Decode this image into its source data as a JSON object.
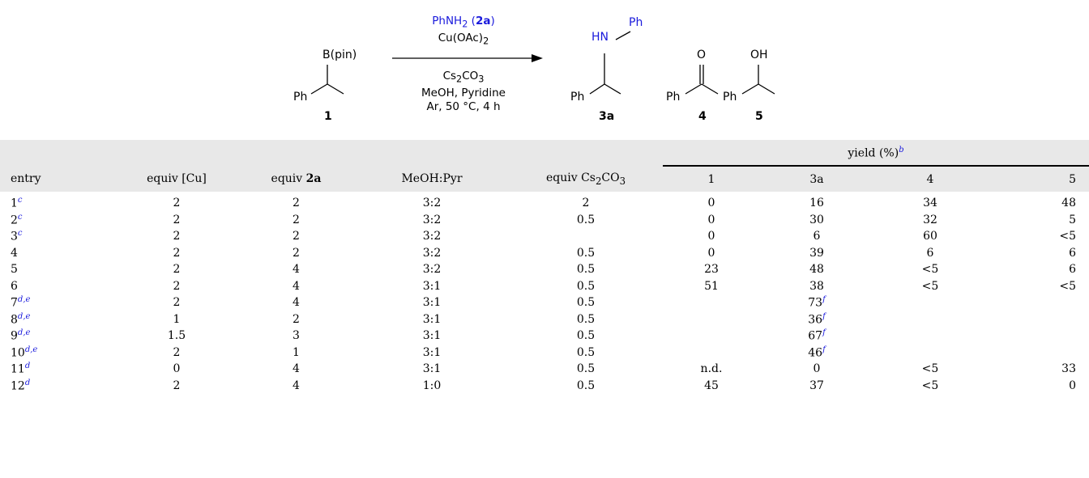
{
  "scheme": {
    "compound1_sub": "B(pin)",
    "compound1_ph": "Ph",
    "compound1_label": "1",
    "reagent_top": "PhNH",
    "reagent_top_sub": "2",
    "reagent_top_paren": "2a",
    "catalyst": "Cu(OAc)",
    "catalyst_sub": "2",
    "base": "Cs",
    "base_sub1": "2",
    "base_mid": "CO",
    "base_sub2": "3",
    "solvent": "MeOH, Pyridine",
    "conditions": "Ar, 50 °C, 4 h",
    "product3a_nh": "HN",
    "product3a_ph_top": "Ph",
    "product3a_ph": "Ph",
    "product3a_label": "3a",
    "product4_o": "O",
    "product4_ph": "Ph",
    "product4_label": "4",
    "product5_oh": "OH",
    "product5_ph": "Ph",
    "product5_label": "5"
  },
  "table": {
    "headers": {
      "entry": "entry",
      "equiv_cu": "equiv [Cu]",
      "equiv_2a_prefix": "equiv ",
      "equiv_2a_bold": "2a",
      "meoh_pyr": "MeOH:Pyr",
      "equiv_cs_prefix": "equiv Cs",
      "equiv_cs_sub1": "2",
      "equiv_cs_mid": "CO",
      "equiv_cs_sub2": "3",
      "yield": "yield (%)",
      "yield_fn": "b",
      "y1": "1",
      "y3a": "3a",
      "y4": "4",
      "y5": "5"
    },
    "rows": [
      {
        "entry": "1",
        "fn": "c",
        "cu": "2",
        "a2": "2",
        "ratio": "3:2",
        "cs": "2",
        "y1": "0",
        "y3a": "16",
        "y3a_fn": "",
        "y4": "34",
        "y5": "48"
      },
      {
        "entry": "2",
        "fn": "c",
        "cu": "2",
        "a2": "2",
        "ratio": "3:2",
        "cs": "0.5",
        "y1": "0",
        "y3a": "30",
        "y3a_fn": "",
        "y4": "32",
        "y5": "5"
      },
      {
        "entry": "3",
        "fn": "c",
        "cu": "2",
        "a2": "2",
        "ratio": "3:2",
        "cs": "",
        "y1": "0",
        "y3a": "6",
        "y3a_fn": "",
        "y4": "60",
        "y5": "<5"
      },
      {
        "entry": "4",
        "fn": "",
        "cu": "2",
        "a2": "2",
        "ratio": "3:2",
        "cs": "0.5",
        "y1": "0",
        "y3a": "39",
        "y3a_fn": "",
        "y4": "6",
        "y5": "6"
      },
      {
        "entry": "5",
        "fn": "",
        "cu": "2",
        "a2": "4",
        "ratio": "3:2",
        "cs": "0.5",
        "y1": "23",
        "y3a": "48",
        "y3a_fn": "",
        "y4": "<5",
        "y5": "6"
      },
      {
        "entry": "6",
        "fn": "",
        "cu": "2",
        "a2": "4",
        "ratio": "3:1",
        "cs": "0.5",
        "y1": "51",
        "y3a": "38",
        "y3a_fn": "",
        "y4": "<5",
        "y5": "<5"
      },
      {
        "entry": "7",
        "fn": "d,e",
        "cu": "2",
        "a2": "4",
        "ratio": "3:1",
        "cs": "0.5",
        "y1": "",
        "y3a": "73",
        "y3a_fn": "f",
        "y4": "",
        "y5": ""
      },
      {
        "entry": "8",
        "fn": "d,e",
        "cu": "1",
        "a2": "2",
        "ratio": "3:1",
        "cs": "0.5",
        "y1": "",
        "y3a": "36",
        "y3a_fn": "f",
        "y4": "",
        "y5": ""
      },
      {
        "entry": "9",
        "fn": "d,e",
        "cu": "1.5",
        "a2": "3",
        "ratio": "3:1",
        "cs": "0.5",
        "y1": "",
        "y3a": "67",
        "y3a_fn": "f",
        "y4": "",
        "y5": ""
      },
      {
        "entry": "10",
        "fn": "d,e",
        "cu": "2",
        "a2": "1",
        "ratio": "3:1",
        "cs": "0.5",
        "y1": "",
        "y3a": "46",
        "y3a_fn": "f",
        "y4": "",
        "y5": ""
      },
      {
        "entry": "11",
        "fn": "d",
        "cu": "0",
        "a2": "4",
        "ratio": "3:1",
        "cs": "0.5",
        "y1": "n.d.",
        "y3a": "0",
        "y3a_fn": "",
        "y4": "<5",
        "y5": "33"
      },
      {
        "entry": "12",
        "fn": "d",
        "cu": "2",
        "a2": "4",
        "ratio": "1:0",
        "cs": "0.5",
        "y1": "45",
        "y3a": "37",
        "y3a_fn": "",
        "y4": "<5",
        "y5": "0"
      }
    ]
  }
}
